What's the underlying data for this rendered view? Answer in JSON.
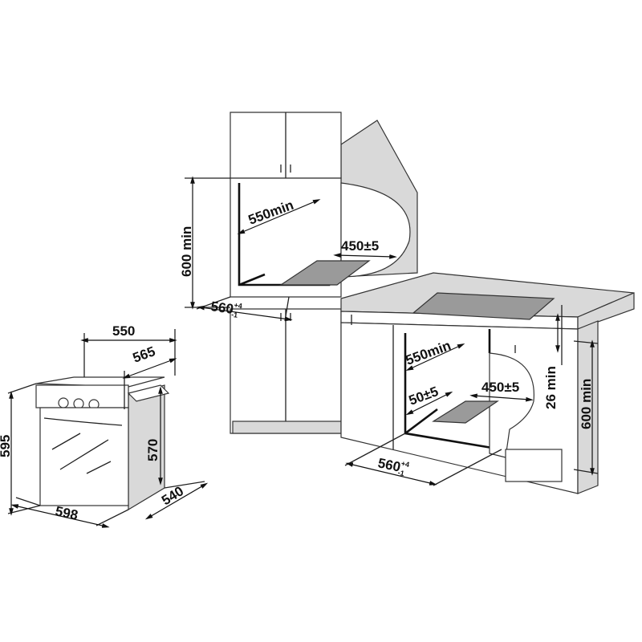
{
  "oven": {
    "depth_top": "550",
    "depth_total": "565",
    "height_total": "595",
    "height_body": "570",
    "width": "598",
    "depth_body": "540"
  },
  "upper_install": {
    "height": "600 min",
    "depth": "550min",
    "vent": "450±5",
    "width": "560",
    "width_tol_plus": "+4",
    "width_tol_minus": "-1"
  },
  "under_counter_install": {
    "depth": "550min",
    "front_gap": "50±5",
    "vent": "450±5",
    "top_gap": "26 min",
    "height": "600 min",
    "width": "560",
    "width_tol_plus": "+4",
    "width_tol_minus": "-1"
  }
}
